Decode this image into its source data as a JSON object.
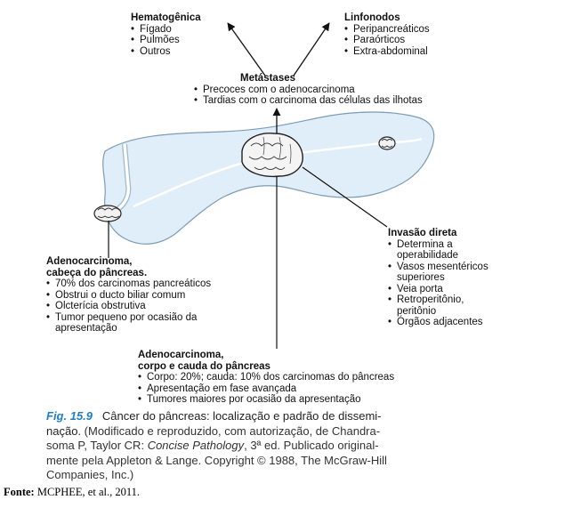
{
  "hematogenica": {
    "title": "Hematogênica",
    "items": [
      "Fígado",
      "Pulmões",
      "Outros"
    ]
  },
  "linfonodos": {
    "title": "Linfonodos",
    "items": [
      "Peripancreáticos",
      "Paraórticos",
      "Extra-abdominal"
    ]
  },
  "metastases": {
    "title": "Metástases",
    "items": [
      "Precoces com o adenocarcinoma",
      "Tardias com o carcinoma das células das ilhotas"
    ]
  },
  "cabeca": {
    "title_line1": "Adenocarcinoma,",
    "title_line2": "cabeça do pâncreas.",
    "items": [
      "70% dos carcinomas pancreáticos",
      "Obstrui o ducto biliar comum",
      "Olcterícia obstrutiva",
      "Tumor pequeno por ocasião da",
      "apresentação"
    ]
  },
  "invasao": {
    "title": "Invasão direta",
    "items": [
      "Determina a",
      "operabilidade",
      "Vasos mesentéricos",
      "superiores",
      "Veia porta",
      "Retroperitônio,",
      "peritônio",
      "Órgãos adjacentes"
    ]
  },
  "corpo": {
    "title_line1": "Adenocarcinoma,",
    "title_line2": "corpo e cauda do pâncreas",
    "items": [
      "Corpo: 20%; cauda: 10% dos carcinomas do pâncreas",
      "Apresentação em fase avançada",
      "Tumores maiores por ocasião da apresentação"
    ]
  },
  "caption": {
    "fig_label": "Fig. 15.9",
    "fig_title": "Câncer do pâncreas: localização e padrão de dissemi-",
    "line2_a": "nação.",
    "line2_b": "(Modificado e reproduzido, com autorização, de Chandra-",
    "line3_a": "soma P, Taylor CR:",
    "line3_italic": "Concise Pathology",
    "line3_b": ", 3ª ed. Publicado original-",
    "line4": "mente pela Appleton & Lange. Copyright © 1988, The McGraw-Hill",
    "line5": "Companies, Inc.)"
  },
  "source": {
    "label": "Fonte:",
    "text": "MCPHEE, et al., 2011."
  },
  "colors": {
    "pancreas": "#e0eef9",
    "duct": "#ffffff",
    "outline": "#6a7d8c",
    "tumor": "#f4f4f4",
    "caption_blue": "#1f7ec6"
  }
}
